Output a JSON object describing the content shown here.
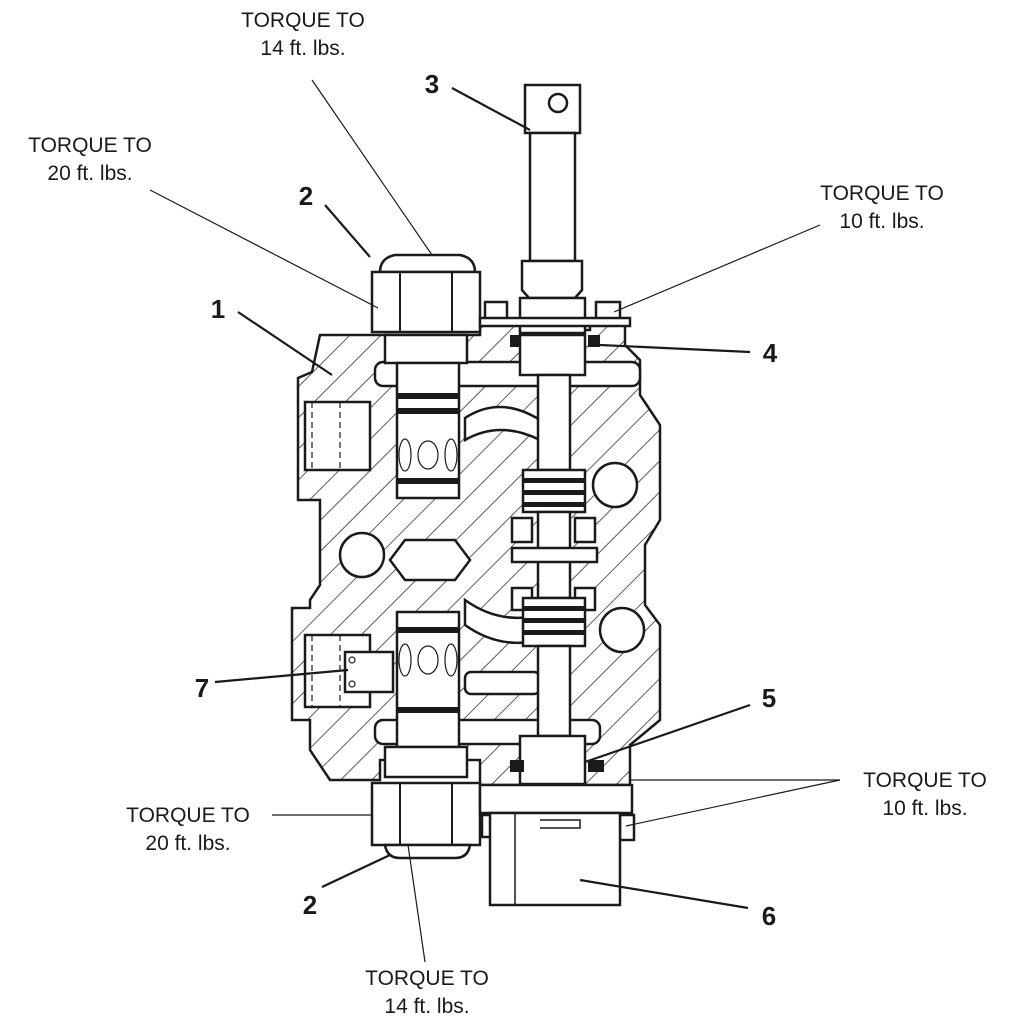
{
  "torque_labels": {
    "top_center_line1": "TORQUE TO",
    "top_center_line2": "14  ft.  lbs.",
    "top_left_line1": "TORQUE TO",
    "top_left_line2": "20  ft.  lbs.",
    "top_right_line1": "TORQUE TO",
    "top_right_line2": "10  ft.  lbs.",
    "bottom_left_line1": "TORQUE TO",
    "bottom_left_line2": "20  ft.  lbs.",
    "bottom_right_line1": "TORQUE TO",
    "bottom_right_line2": "10  ft.  lbs.",
    "bottom_center_line1": "TORQUE TO",
    "bottom_center_line2": "14  ft.  lbs."
  },
  "callouts": {
    "c1": "1",
    "c2_top": "2",
    "c2_bottom": "2",
    "c3": "3",
    "c4": "4",
    "c5": "5",
    "c6": "6",
    "c7": "7"
  }
}
